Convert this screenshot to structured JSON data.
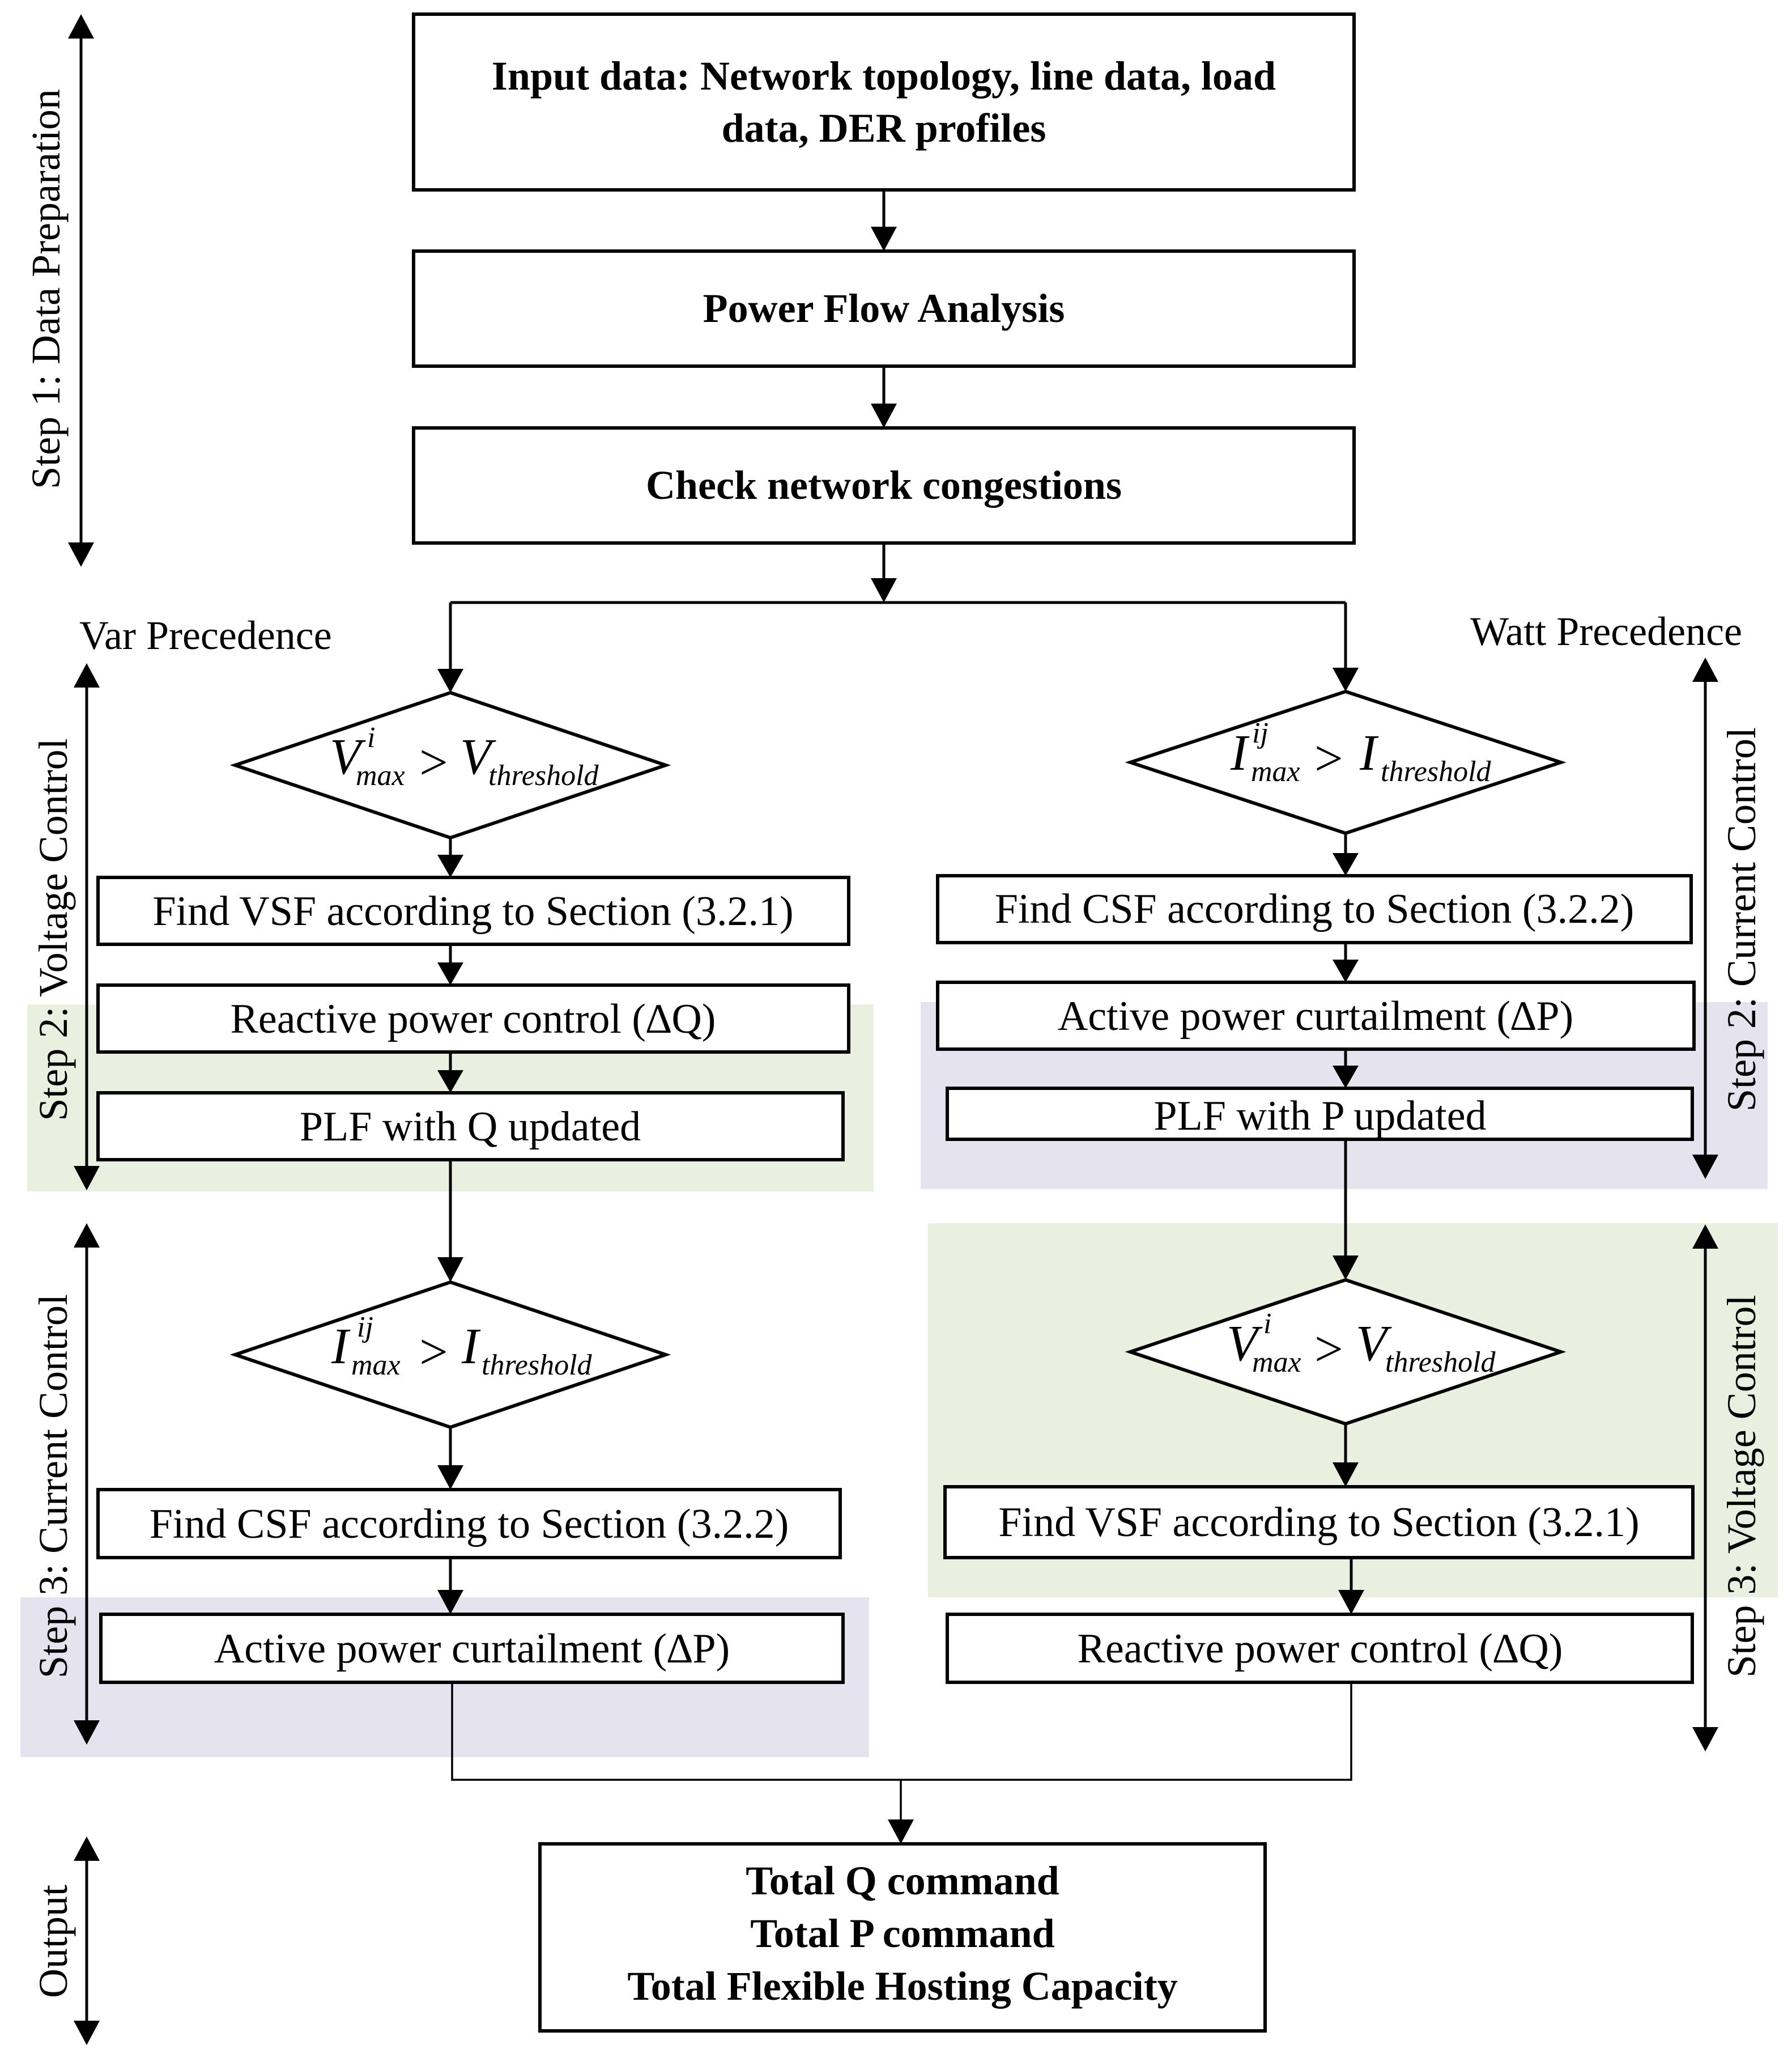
{
  "colors": {
    "green_band": "#eaf0e0",
    "purple_band": "#e5e3ee",
    "stroke": "#000000"
  },
  "top": {
    "input_line1": "Input data: Network topology, line data, load",
    "input_line2": "data, DER profiles",
    "power_flow": "Power Flow Analysis",
    "check": "Check network congestions"
  },
  "left": {
    "title": "Var Precedence",
    "cond1": {
      "var": "V",
      "sup": "i",
      "sub": "max",
      "op": ">",
      "rvar": "V",
      "rsub": "threshold"
    },
    "find_vsf": "Find VSF according to Section (3.2.1)",
    "reactive": "Reactive power control (∆Q)",
    "plf_q": "PLF with Q updated",
    "cond2": {
      "var": "I",
      "sup": "ij",
      "sub": "max",
      "op": ">",
      "rvar": "I",
      "rsub": "threshold"
    },
    "find_csf": "Find CSF according to Section (3.2.2)",
    "active": "Active power curtailment (∆P)"
  },
  "right": {
    "title": "Watt Precedence",
    "cond1": {
      "var": "I",
      "sup": "ij",
      "sub": "max",
      "op": ">",
      "rvar": "I",
      "rsub": "threshold"
    },
    "find_csf": "Find CSF according to Section (3.2.2)",
    "active": "Active power curtailment (∆P)",
    "plf_p": "PLF with P updated",
    "cond2": {
      "var": "V",
      "sup": "i",
      "sub": "max",
      "op": ">",
      "rvar": "V",
      "rsub": "threshold"
    },
    "find_vsf": "Find VSF according to Section (3.2.1)",
    "reactive": "Reactive power control (∆Q)"
  },
  "output": {
    "line1": "Total Q command",
    "line2": "Total P command",
    "line3": "Total Flexible Hosting Capacity"
  },
  "side_labels": {
    "step1": "Step 1: Data Preparation",
    "step2_left": "Step 2: Voltage Control",
    "step3_left": "Step 3: Current Control",
    "output": "Output",
    "step2_right": "Step 2: Current Control",
    "step3_right": "Step 3: Voltage Control"
  }
}
